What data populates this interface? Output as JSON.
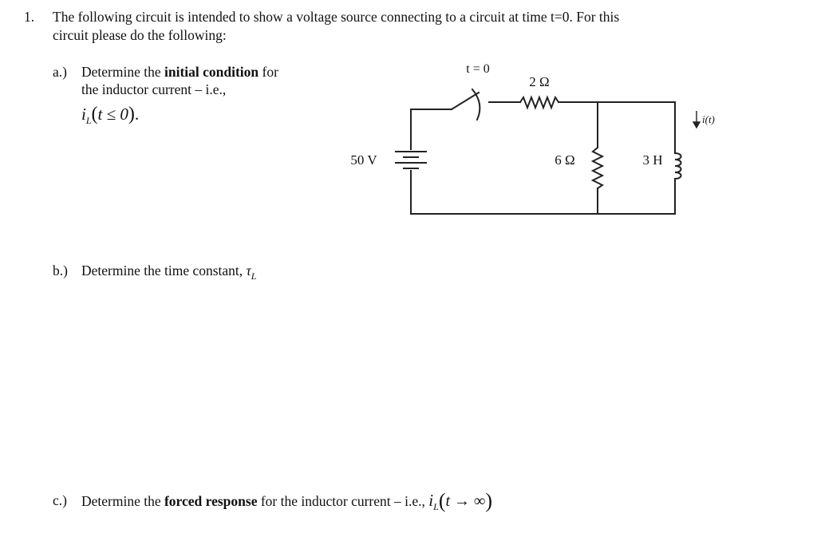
{
  "problem": {
    "number": "1.",
    "intro_line1": "The following circuit is intended to show a voltage source connecting to a circuit at time t=0.  For this",
    "intro_line2": "circuit please do the following:"
  },
  "part_a": {
    "label": "a.)",
    "pre": "Determine the ",
    "bold": "initial condition",
    "post": " for",
    "line2": "the inductor current – i.e.,",
    "math_var": "i",
    "math_sub": "L",
    "math_open": "(",
    "math_expr": "t ≤ 0",
    "math_close": ")",
    "math_end": "."
  },
  "part_b": {
    "label": "b.)",
    "text": "Determine the time constant, ",
    "symbol": "τ",
    "symbol_sub": "L"
  },
  "part_c": {
    "label": "c.)",
    "pre": "Determine the ",
    "bold": "forced response",
    "post": " for the inductor current – i.e., ",
    "math_var": "i",
    "math_sub": "L",
    "math_open": "(",
    "math_expr": "t → ∞",
    "math_close": ")"
  },
  "circuit": {
    "switch_label": "t = 0",
    "r_series_label": "2 Ω",
    "r_shunt_label": "6 Ω",
    "source_label": "50 V",
    "inductor_label": "3 H",
    "current_label": "i(t)"
  }
}
